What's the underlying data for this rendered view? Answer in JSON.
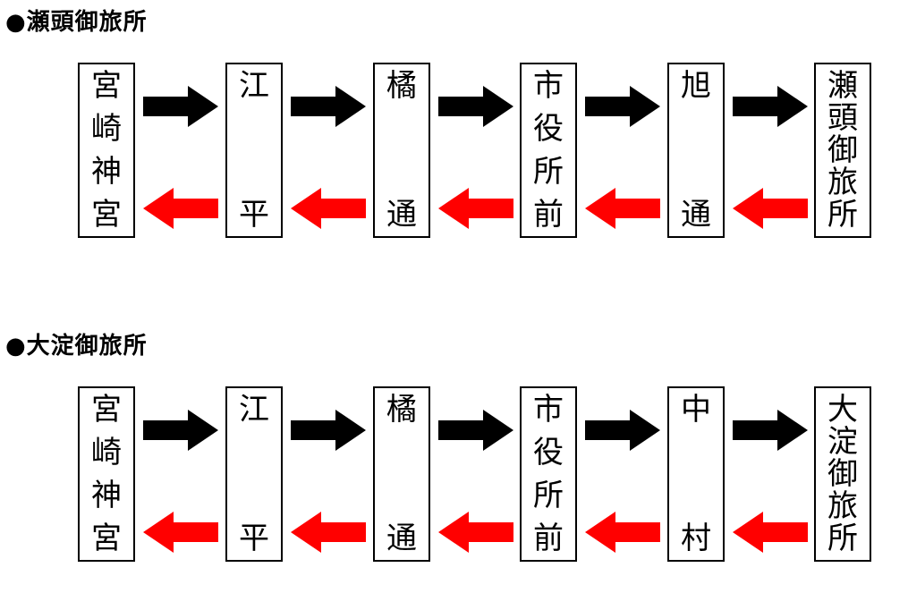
{
  "sections": [
    {
      "title": "●瀬頭御旅所",
      "stops": [
        {
          "name": "宮崎神宮",
          "chars": [
            "宮",
            "崎",
            "神",
            "宮"
          ]
        },
        {
          "name": "江平",
          "chars": [
            "江",
            "平"
          ]
        },
        {
          "name": "橘通",
          "chars": [
            "橘",
            "通"
          ]
        },
        {
          "name": "市役所前",
          "chars": [
            "市",
            "役",
            "所",
            "前"
          ]
        },
        {
          "name": "旭通",
          "chars": [
            "旭",
            "通"
          ]
        },
        {
          "name": "瀬頭御旅所",
          "chars": [
            "瀬",
            "頭",
            "御",
            "旅",
            "所"
          ]
        }
      ]
    },
    {
      "title": "●大淀御旅所",
      "stops": [
        {
          "name": "宮崎神宮",
          "chars": [
            "宮",
            "崎",
            "神",
            "宮"
          ]
        },
        {
          "name": "江平",
          "chars": [
            "江",
            "平"
          ]
        },
        {
          "name": "橘通",
          "chars": [
            "橘",
            "通"
          ]
        },
        {
          "name": "市役所前",
          "chars": [
            "市",
            "役",
            "所",
            "前"
          ]
        },
        {
          "name": "中村",
          "chars": [
            "中",
            "村"
          ]
        },
        {
          "name": "大淀御旅所",
          "chars": [
            "大",
            "淀",
            "御",
            "旅",
            "所"
          ]
        }
      ]
    }
  ],
  "colors": {
    "forward_arrow": "#000000",
    "return_arrow": "#ff0000",
    "box_border": "#000000"
  }
}
